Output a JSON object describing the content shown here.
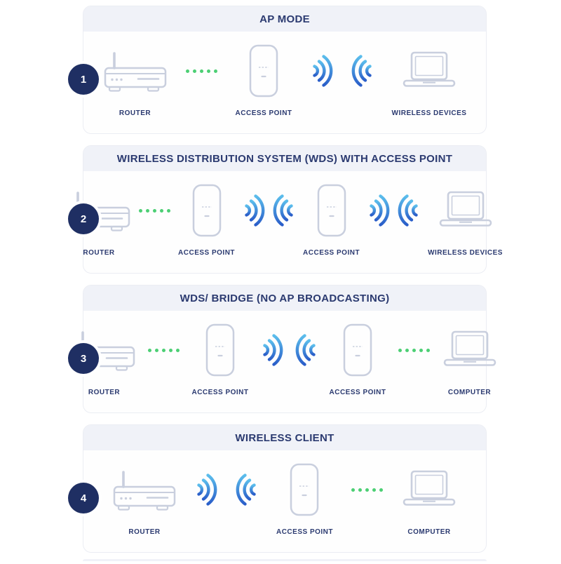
{
  "colors": {
    "panel_bg": "#fefefe",
    "panel_border": "#ebedf3",
    "header_bg": "#f0f2f8",
    "title": "#2b3a70",
    "label": "#2b3a70",
    "badge_bg": "#1f2f63",
    "badge_text": "#ffffff",
    "device_outline": "#c9cfde",
    "dot_green": "#4ccf74",
    "wifi_light": "#5bbdec",
    "wifi_dark": "#2a5ec9"
  },
  "panels": [
    {
      "number": "1",
      "title": "AP MODE",
      "items": [
        {
          "type": "router",
          "label": "ROUTER"
        },
        {
          "type": "dots"
        },
        {
          "type": "ap",
          "label": "ACCESS POINT"
        },
        {
          "type": "wifi-right"
        },
        {
          "type": "wifi-left"
        },
        {
          "type": "laptop",
          "label": "WIRELESS DEVICES"
        }
      ]
    },
    {
      "number": "2",
      "title": "WIRELESS DISTRIBUTION SYSTEM (WDS) WITH ACCESS POINT",
      "items": [
        {
          "type": "router",
          "label": "ROUTER"
        },
        {
          "type": "dots"
        },
        {
          "type": "ap",
          "label": "ACCESS POINT"
        },
        {
          "type": "wifi-right"
        },
        {
          "type": "wifi-left"
        },
        {
          "type": "ap",
          "label": "ACCESS POINT"
        },
        {
          "type": "wifi-right"
        },
        {
          "type": "wifi-left"
        },
        {
          "type": "laptop",
          "label": "WIRELESS DEVICES"
        }
      ]
    },
    {
      "number": "3",
      "title": "WDS/ BRIDGE (NO AP BROADCASTING)",
      "items": [
        {
          "type": "router",
          "label": "ROUTER"
        },
        {
          "type": "dots"
        },
        {
          "type": "ap",
          "label": "ACCESS POINT"
        },
        {
          "type": "wifi-right"
        },
        {
          "type": "wifi-left"
        },
        {
          "type": "ap",
          "label": "ACCESS POINT"
        },
        {
          "type": "dots"
        },
        {
          "type": "laptop",
          "label": "COMPUTER"
        }
      ]
    },
    {
      "number": "4",
      "title": "WIRELESS CLIENT",
      "items": [
        {
          "type": "router",
          "label": "ROUTER"
        },
        {
          "type": "wifi-right"
        },
        {
          "type": "wifi-left"
        },
        {
          "type": "ap",
          "label": "ACCESS POINT"
        },
        {
          "type": "dots"
        },
        {
          "type": "laptop",
          "label": "COMPUTER"
        }
      ]
    }
  ]
}
